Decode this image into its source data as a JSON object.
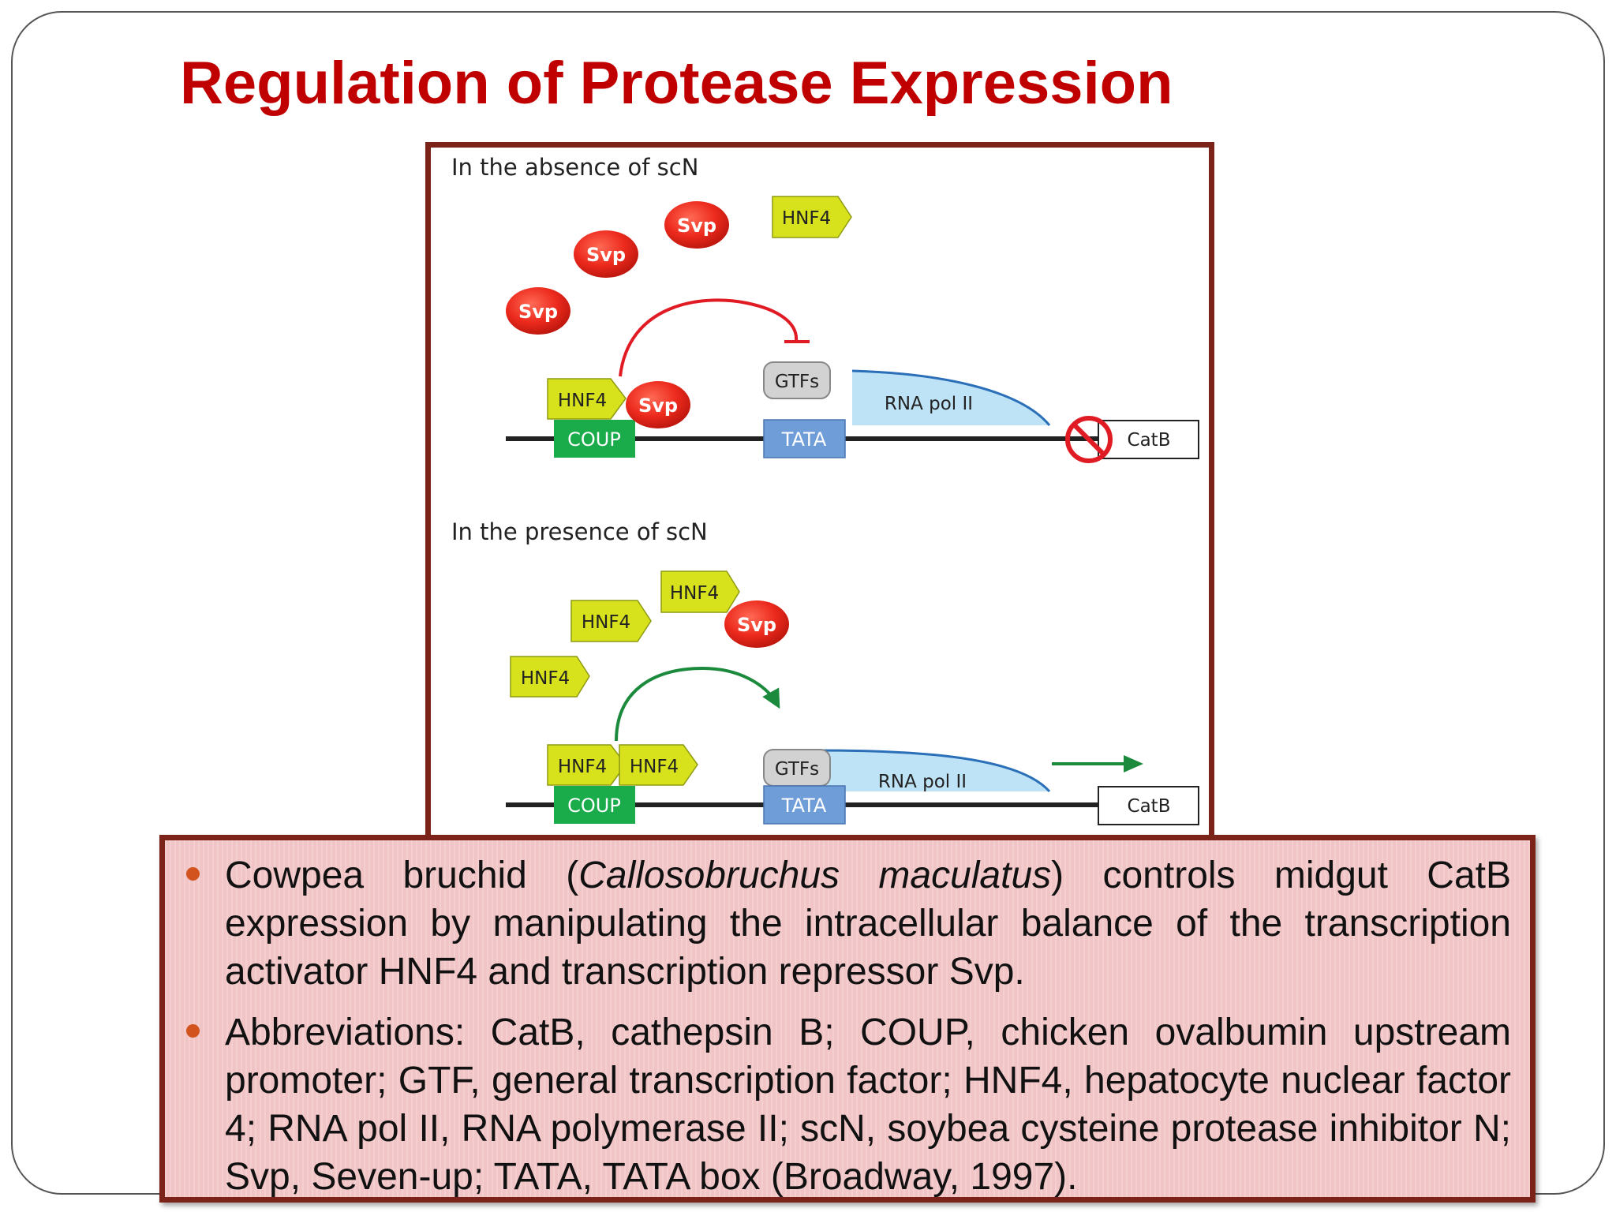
{
  "slide": {
    "title": "Regulation of Protease Expression"
  },
  "diagram": {
    "panel_absence": {
      "heading": "In the absence of scN",
      "free_factors": [
        "Svp",
        "Svp",
        "Svp",
        "HNF4"
      ],
      "bound_activator": "HNF4",
      "bound_repressor": "Svp",
      "coup_label": "COUP",
      "gtfs_label": "GTFs",
      "tata_label": "TATA",
      "rnapol_label": "RNA pol II",
      "gene_label": "CatB",
      "gene_state": "blocked"
    },
    "panel_presence": {
      "heading": "In the presence of scN",
      "free_factors": [
        "HNF4",
        "HNF4",
        "Svp",
        "HNF4"
      ],
      "bound_factors": [
        "HNF4",
        "HNF4"
      ],
      "coup_label": "COUP",
      "gtfs_label": "GTFs",
      "tata_label": "TATA",
      "rnapol_label": "RNA pol II",
      "gene_label": "CatB",
      "gene_state": "transcribed"
    },
    "colors": {
      "svp_red": "#e8241c",
      "hnf4_yellow": "#d7e21c",
      "coup_green": "#1aab4b",
      "tata_blue": "#6f9dd8",
      "rnapol_fill": "#bfe3f6",
      "repress_arc": "#e01b23",
      "activate_arc": "#1c8a3c"
    }
  },
  "bullets": {
    "b1_pre": "Cowpea bruchid (",
    "b1_species": "Callosobruchus maculatus",
    "b1_post": ") controls midgut CatB expression by manipulating the intracellular balance of the transcription activator HNF4 and transcription repressor Svp.",
    "b2": "Abbreviations: CatB, cathepsin B; COUP, chicken ovalbumin upstream promoter; GTF, general transcription factor; HNF4, hepatocyte nuclear factor 4; RNA pol II, RNA polymerase II; scN, soybea cysteine protease inhibitor N; Svp, Seven-up; TATA, TATA box (Broadway, 1997)."
  }
}
